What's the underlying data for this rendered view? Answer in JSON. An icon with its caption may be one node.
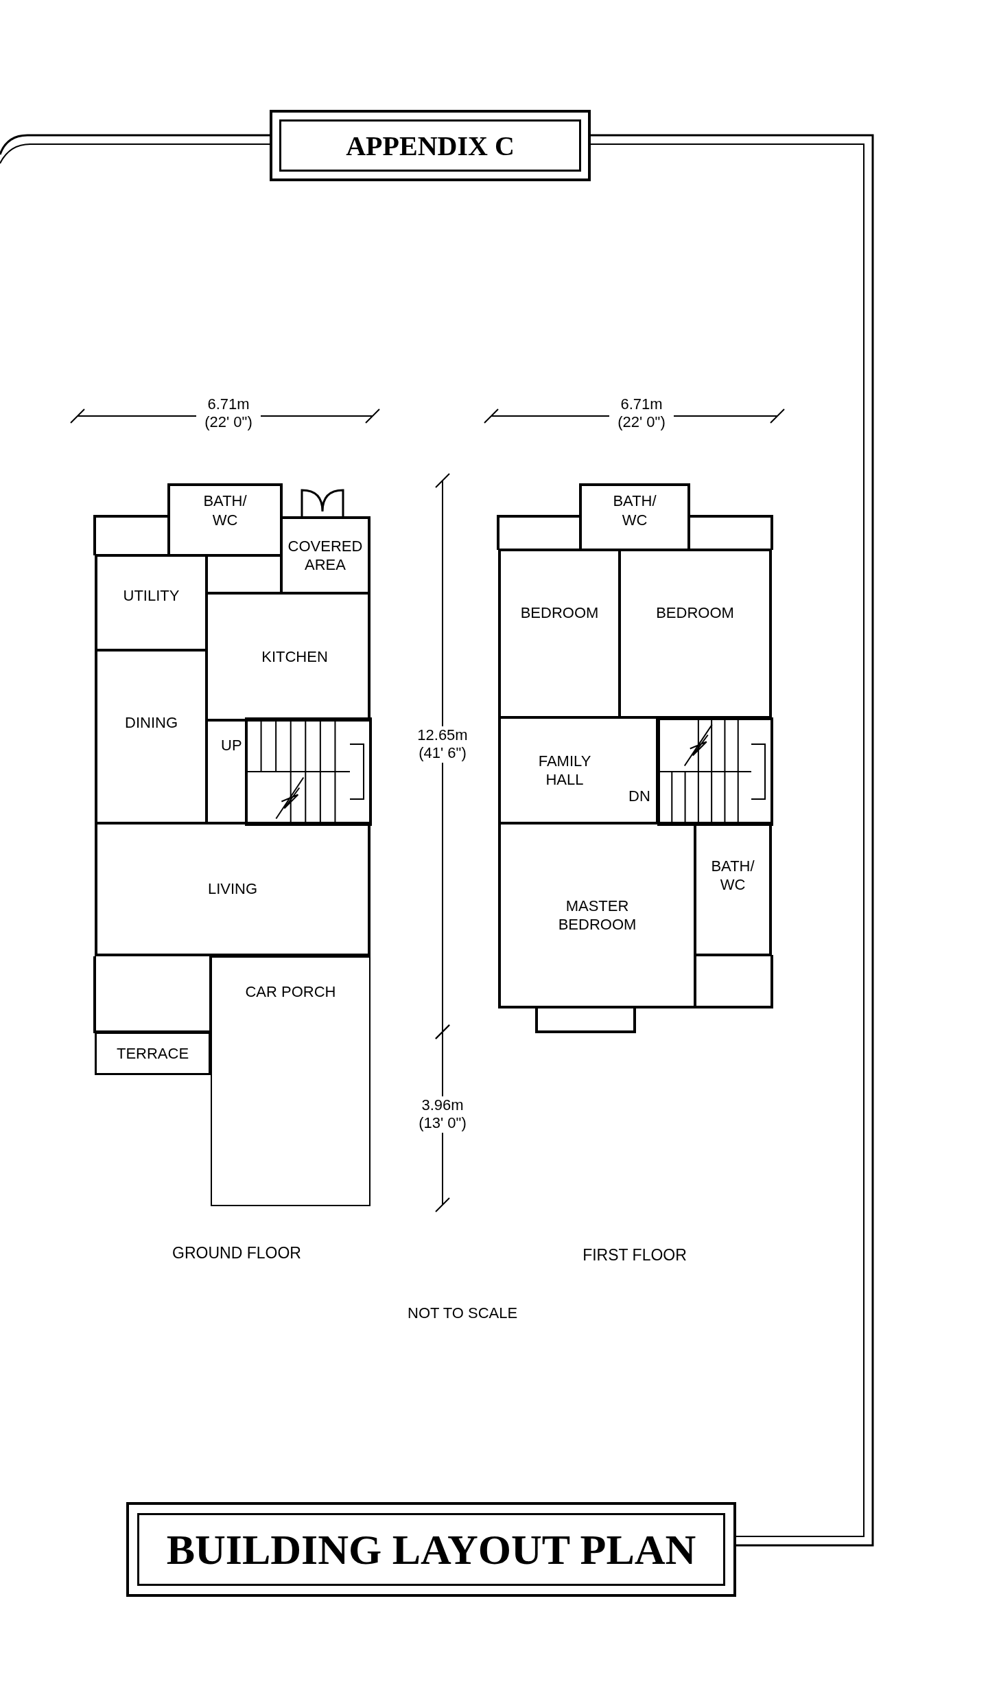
{
  "diagram": {
    "title": "BUILDING LAYOUT PLAN",
    "nodes": [
      {
        "text": [
          "GROUND FLOOR"
        ]
      },
      {
        "text": [
          "BATH/ WC"
        ],
        "in": 0
      },
      {
        "text": [
          "UTILITY"
        ],
        "in": 0
      },
      {
        "text": [
          "COVERED AREA"
        ],
        "in": 0
      },
      {
        "text": [
          "KITCHEN"
        ],
        "in": 0
      },
      {
        "text": [
          "DINING"
        ],
        "in": 0
      },
      {
        "text": [
          "LIVING"
        ],
        "in": 0
      },
      {
        "text": [
          "TERRACE"
        ],
        "in": 0
      },
      {
        "text": [
          "CAR PORCH"
        ],
        "in": 0
      },
      {
        "text": [
          "FIRST FLOOR"
        ]
      },
      {
        "text": [
          "BATH/ WC"
        ],
        "in": 9
      },
      {
        "text": [
          "BEDROOM"
        ],
        "in": 9
      },
      {
        "text": [
          "BEDROOM"
        ],
        "in": 9
      },
      {
        "text": [
          "FAMILY HALL"
        ],
        "in": 9
      },
      {
        "text": [
          "MASTER BEDROOM"
        ],
        "in": 9
      },
      {
        "text": [
          "BATH/ WC"
        ],
        "in": 9
      }
    ],
    "labels": [
      "APPENDIX C",
      "6.71m (22' 0\")",
      "6.71m (22' 0\")",
      "12.65m (41' 6\")",
      "UP",
      "DN",
      "3.96m (13' 0\")",
      "NOT TO SCALE"
    ]
  }
}
